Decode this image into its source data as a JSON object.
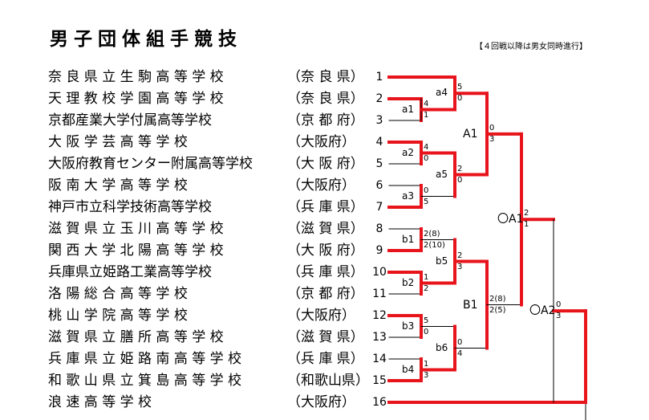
{
  "title": "男子団体組手競技",
  "note": "【４回戦以降は男女同時進行】",
  "colors": {
    "winner_line": "#e8141b",
    "base_line": "#000000"
  },
  "teams": [
    {
      "seed": "1",
      "school": "奈 良 県 立 生 駒 高 等 学 校",
      "pref": "（奈 良 県）"
    },
    {
      "seed": "2",
      "school": "天 理 教 校 学 園 高 等 学 校",
      "pref": "（奈 良 県）"
    },
    {
      "seed": "3",
      "school": "京都産業大学付属高等学校",
      "pref": "（京 都 府）"
    },
    {
      "seed": "4",
      "school": "大 阪 学 芸 高 等 学 校",
      "pref": "（大阪府）"
    },
    {
      "seed": "5",
      "school": "大阪府教育センター附属高等学校",
      "pref": "（大 阪 府）"
    },
    {
      "seed": "6",
      "school": "阪 南 大 学 高 等 学 校",
      "pref": "（大阪府）"
    },
    {
      "seed": "7",
      "school": "神戸市立科学技術高等学校",
      "pref": "（兵 庫 県）"
    },
    {
      "seed": "8",
      "school": "滋 賀 県 立 玉 川 高 等 学 校",
      "pref": "（滋 賀 県）"
    },
    {
      "seed": "9",
      "school": "関 西 大 学 北 陽 高 等 学 校",
      "pref": "（大 阪 府）"
    },
    {
      "seed": "10",
      "school": "兵庫県立姫路工業高等学校",
      "pref": "（兵 庫 県）"
    },
    {
      "seed": "11",
      "school": "洛 陽 総 合 高 等 学 校",
      "pref": "（京 都 府）"
    },
    {
      "seed": "12",
      "school": "桃 山 学 院 高 等 学 校",
      "pref": "（大阪府）"
    },
    {
      "seed": "13",
      "school": "滋 賀 県 立 膳 所 高 等 学 校",
      "pref": "（滋 賀 県）"
    },
    {
      "seed": "14",
      "school": "兵 庫 県 立 姫 路 南 高 等 学 校",
      "pref": "（兵 庫 県）"
    },
    {
      "seed": "15",
      "school": "和 歌 山 県 立 箕 島 高 等 学 校",
      "pref": "（和歌山県）"
    },
    {
      "seed": "16",
      "school": "浪 速 高 等 学 校",
      "pref": "（大阪府）"
    }
  ],
  "matches": [
    {
      "label": "a1",
      "score_top": "4",
      "score_bottom": "1"
    },
    {
      "label": "a4",
      "score_top": "5",
      "score_bottom": "0"
    },
    {
      "label": "a2",
      "score_top": "4",
      "score_bottom": "0"
    },
    {
      "label": "a3",
      "score_top": "0",
      "score_bottom": "5"
    },
    {
      "label": "a5",
      "score_top": "2",
      "score_bottom": "0"
    },
    {
      "label": "A1",
      "score_top": "0",
      "score_bottom": "3"
    },
    {
      "label": "b1",
      "score_top": "2(8)",
      "score_bottom": "2(10)"
    },
    {
      "label": "b2",
      "score_top": "1",
      "score_bottom": "2"
    },
    {
      "label": "b5",
      "score_top": "2",
      "score_bottom": "3"
    },
    {
      "label": "b3",
      "score_top": "5",
      "score_bottom": "0"
    },
    {
      "label": "b4",
      "score_top": "1",
      "score_bottom": "3"
    },
    {
      "label": "b6",
      "score_top": "0",
      "score_bottom": "4"
    },
    {
      "label": "B1",
      "score_top": "2(8)",
      "score_bottom": "2(5)"
    },
    {
      "label": "〇A1",
      "score_top": "2",
      "score_bottom": "1"
    },
    {
      "label": "〇A2",
      "score_top": "0",
      "score_bottom": "3"
    }
  ]
}
